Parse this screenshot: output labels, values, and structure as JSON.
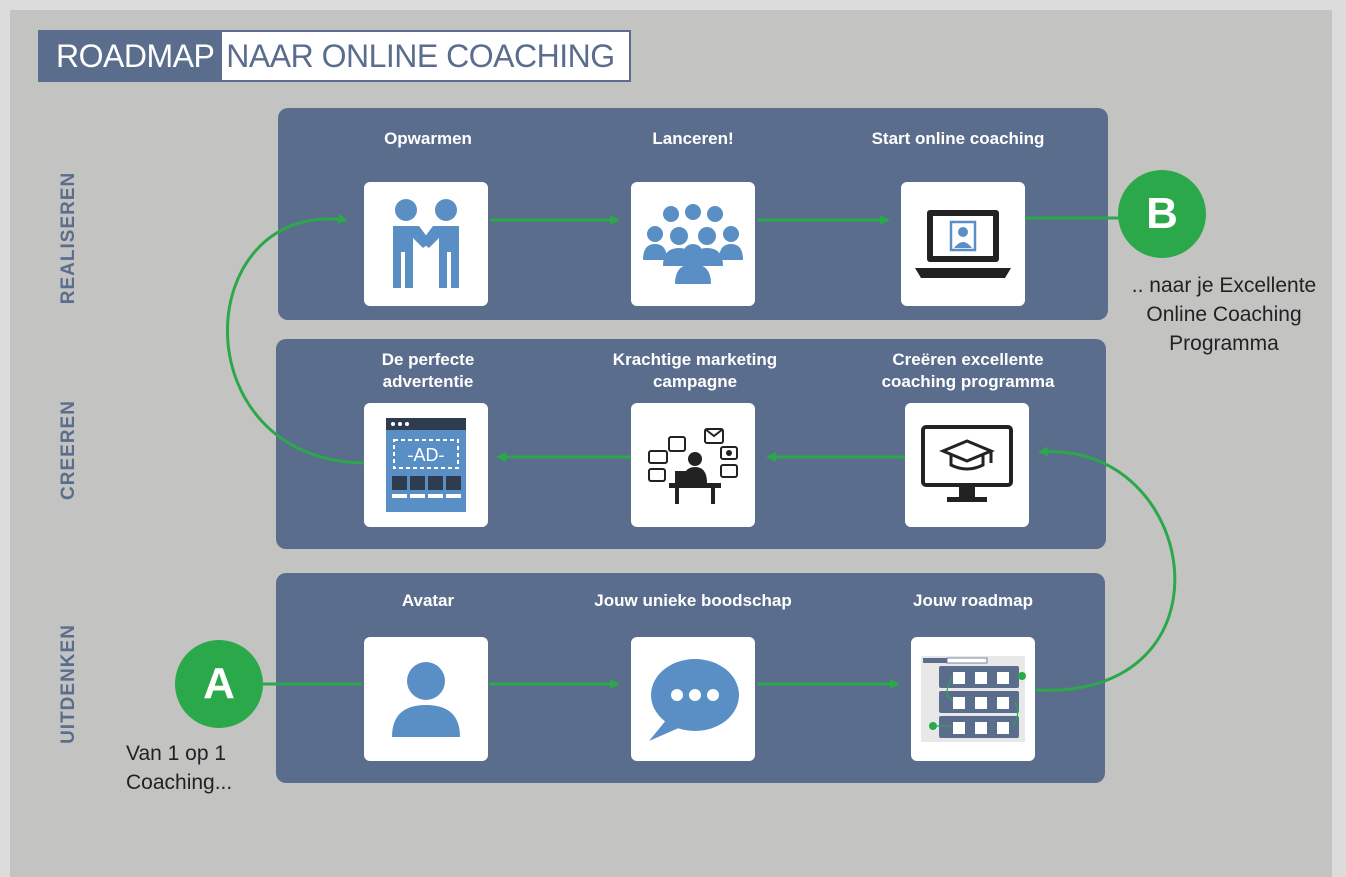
{
  "title": {
    "left": "ROADMAP",
    "right": "NAAR ONLINE COACHING"
  },
  "rows": [
    {
      "label": "REALISEREN",
      "steps": [
        {
          "title": "Opwarmen",
          "icon": "handshake-icon"
        },
        {
          "title": "Lanceren!",
          "icon": "crowd-icon"
        },
        {
          "title": "Start online coaching",
          "icon": "laptop-video-icon"
        }
      ]
    },
    {
      "label": "CREEREN",
      "steps": [
        {
          "title": "De perfecte\nadvertentie",
          "icon": "ad-icon",
          "mark": "-AD-"
        },
        {
          "title": "Krachtige marketing\ncampagne",
          "icon": "marketing-desk-icon"
        },
        {
          "title": "Creëren excellente\ncoaching  programma",
          "icon": "graduation-monitor-icon"
        }
      ]
    },
    {
      "label": "UITDENKEN",
      "steps": [
        {
          "title": "Avatar",
          "icon": "user-icon"
        },
        {
          "title": "Jouw unieke boodschap",
          "icon": "chat-bubble-icon"
        },
        {
          "title": "Jouw roadmap",
          "icon": "roadmap-thumbnail-icon"
        }
      ]
    }
  ],
  "start": {
    "letter": "A",
    "caption": "Van 1 op 1\nCoaching..."
  },
  "end": {
    "letter": "B",
    "caption": ".. naar je Excellente\nOnline Coaching\nProgramma"
  },
  "colors": {
    "band": "#5b6d8d",
    "arrow": "#2aa84a",
    "background": "#c3c4c2",
    "icon": "#5a8fc6"
  }
}
